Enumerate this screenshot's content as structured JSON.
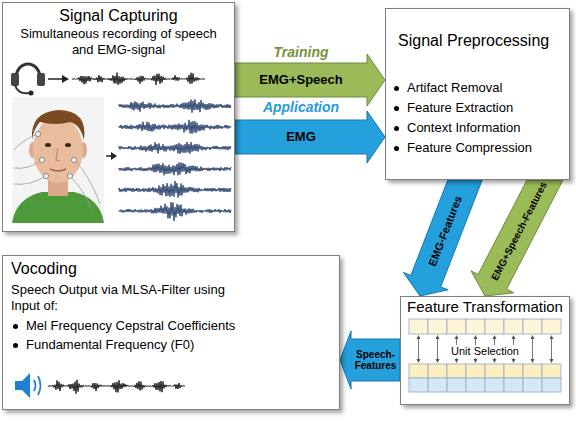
{
  "diagram": {
    "nodes": [
      {
        "text": [
          "Signal Capturing",
          "Simultaneous recording of speech and EMG-signal"
        ]
      },
      {
        "text": [
          "Signal Preprocessing",
          "Artifact Removal",
          "Feature Extraction",
          "Context Information",
          "Feature Compression"
        ]
      },
      {
        "text": [
          "Feature Transformation",
          "Unit Selection"
        ]
      },
      {
        "text": [
          "Vocoding",
          "Speech Output via MLSA-Filter using Input of:",
          "Mel Frequency Cepstral Coefficients",
          "Fundamental Frequency (F0)"
        ]
      }
    ],
    "edges": [
      {
        "from": 0,
        "to": 1,
        "label": "EMG+Speech",
        "arrow": "to"
      },
      {
        "from": 0,
        "to": 1,
        "label": "EMG",
        "arrow": "to"
      },
      {
        "from": 1,
        "to": 2,
        "label": "EMG-Features",
        "arrow": "to"
      },
      {
        "from": 1,
        "to": 2,
        "label": "EMG+Speech-Features",
        "arrow": "to"
      },
      {
        "from": 2,
        "to": 3,
        "label": "Speech-Features",
        "arrow": "to"
      }
    ],
    "labels": [
      "Training",
      "Application"
    ]
  }
}
